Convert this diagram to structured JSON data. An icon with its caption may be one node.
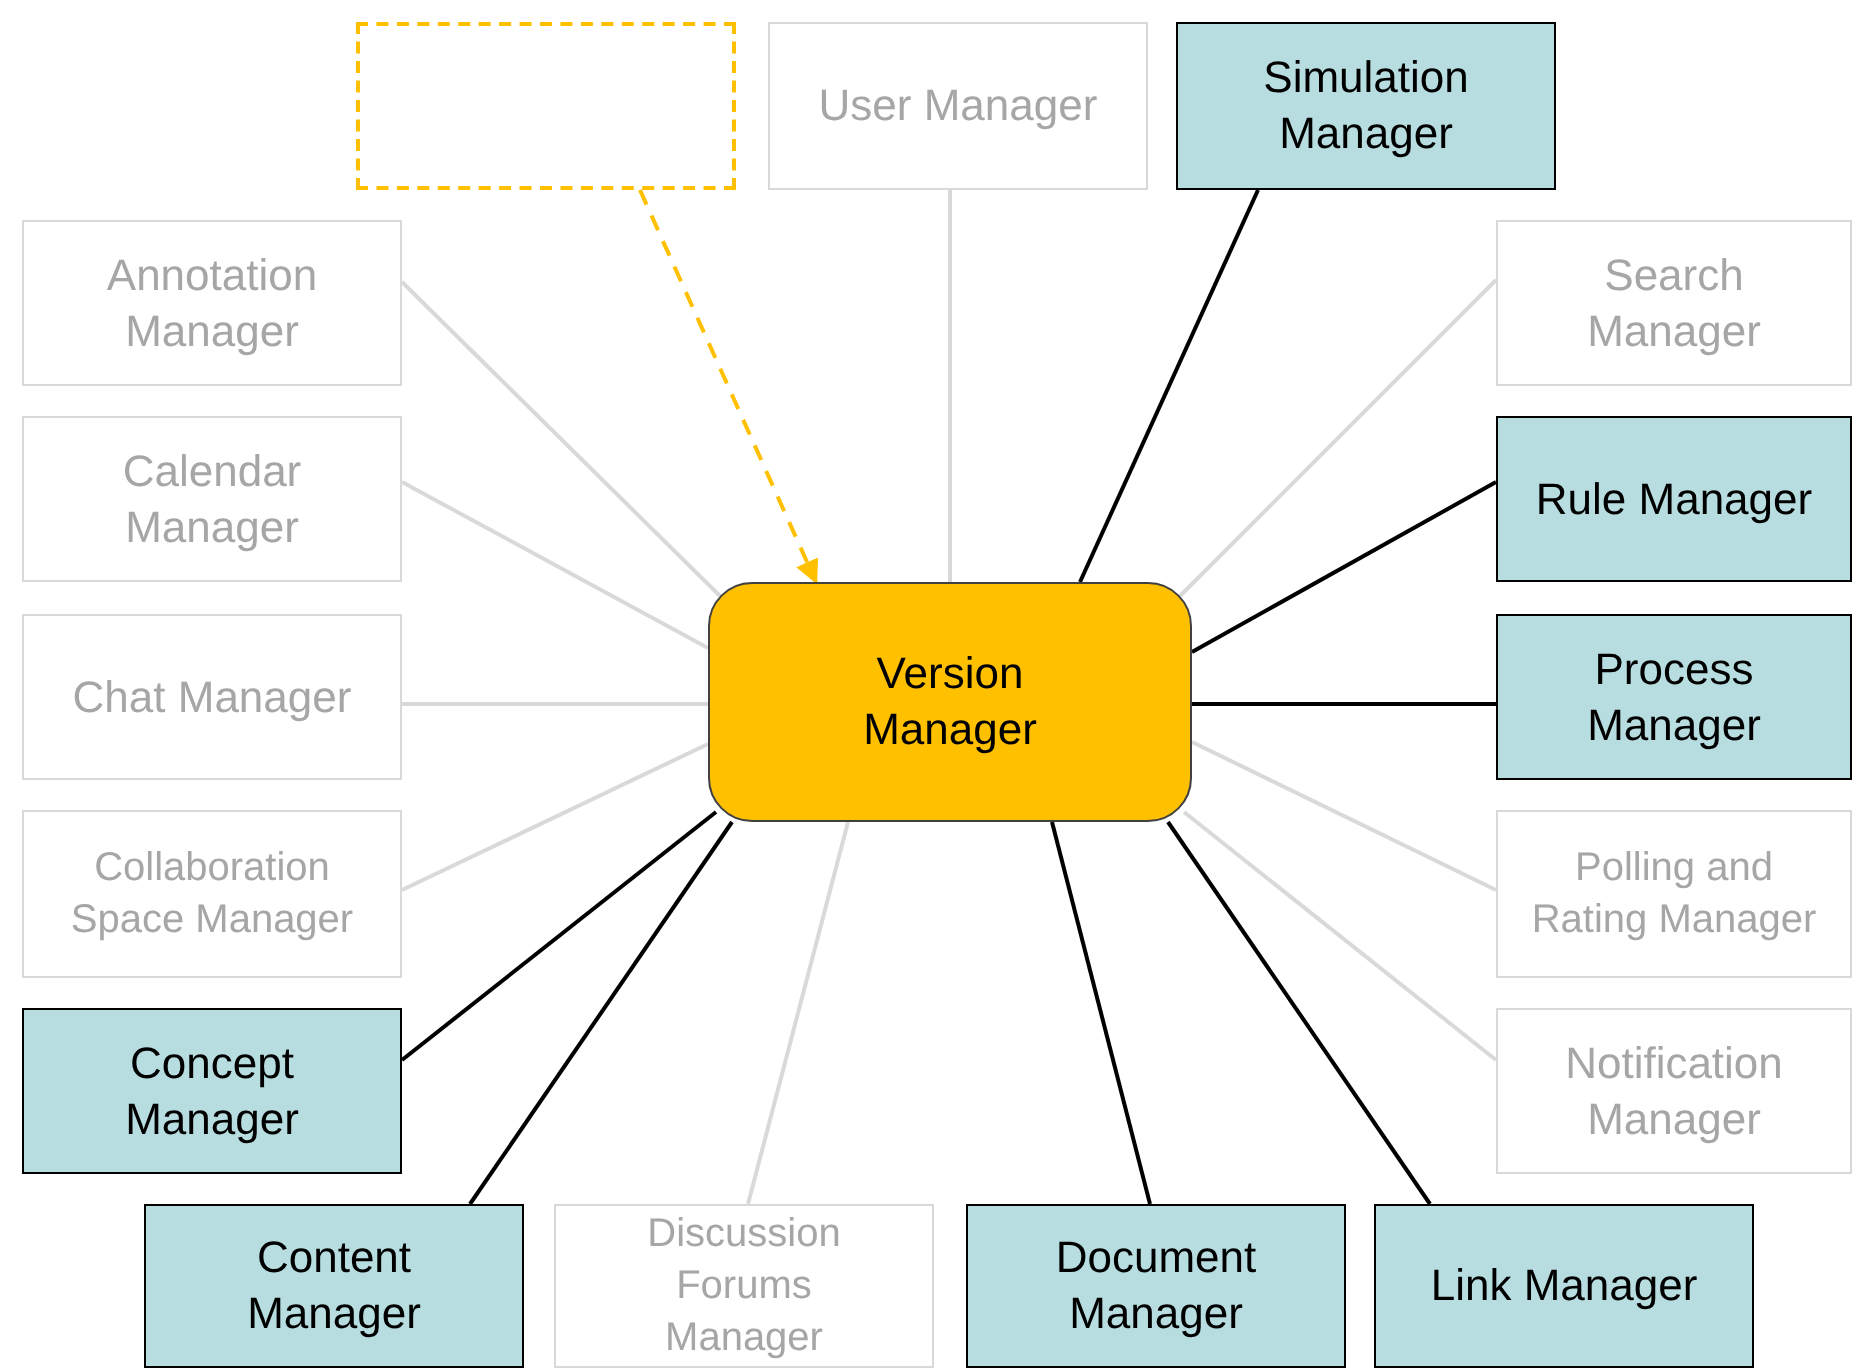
{
  "diagram": {
    "nodes": [
      {
        "text": [],
        "shape": "box"
      },
      {
        "text": [
          "User Manager"
        ]
      },
      {
        "text": [
          "Simulation Manager"
        ]
      },
      {
        "text": [
          "Annotation Manager"
        ]
      },
      {
        "text": [
          "Search Manager"
        ]
      },
      {
        "text": [
          "Calendar Manager"
        ]
      },
      {
        "text": [
          "Rule Manager"
        ]
      },
      {
        "text": [
          "Chat Manager"
        ]
      },
      {
        "text": [
          "Version Manager"
        ]
      },
      {
        "text": [
          "Process Manager"
        ]
      },
      {
        "text": [
          "Collaboration Space Manager"
        ]
      },
      {
        "text": [
          "Polling and Rating Manager"
        ]
      },
      {
        "text": [
          "Concept Manager"
        ]
      },
      {
        "text": [
          "Notification Manager"
        ]
      },
      {
        "text": [
          "Content Manager"
        ]
      },
      {
        "text": [
          "Discussion Forums Manager"
        ]
      },
      {
        "text": [
          "Document Manager"
        ]
      },
      {
        "text": [
          "Link Manager"
        ]
      }
    ],
    "edges": [
      {
        "from": 0,
        "to": 8,
        "arrow": "to",
        "style": "dashed",
        "color": "#ffc000"
      },
      {
        "from": 8,
        "to": 1,
        "arrow": "none"
      },
      {
        "from": 8,
        "to": 2,
        "arrow": "none",
        "color": "#000000"
      },
      {
        "from": 8,
        "to": 3,
        "arrow": "none"
      },
      {
        "from": 8,
        "to": 4,
        "arrow": "none"
      },
      {
        "from": 8,
        "to": 5,
        "arrow": "none"
      },
      {
        "from": 8,
        "to": 6,
        "arrow": "none",
        "color": "#000000"
      },
      {
        "from": 8,
        "to": 7,
        "arrow": "none"
      },
      {
        "from": 8,
        "to": 9,
        "arrow": "none",
        "color": "#000000"
      },
      {
        "from": 8,
        "to": 10,
        "arrow": "none"
      },
      {
        "from": 8,
        "to": 11,
        "arrow": "none"
      },
      {
        "from": 8,
        "to": 12,
        "arrow": "none",
        "color": "#000000"
      },
      {
        "from": 8,
        "to": 13,
        "arrow": "none"
      },
      {
        "from": 8,
        "to": 14,
        "arrow": "none",
        "color": "#000000"
      },
      {
        "from": 8,
        "to": 15,
        "arrow": "none"
      },
      {
        "from": 8,
        "to": 16,
        "arrow": "none",
        "color": "#000000"
      },
      {
        "from": 8,
        "to": 17,
        "arrow": "none",
        "color": "#000000"
      }
    ]
  }
}
